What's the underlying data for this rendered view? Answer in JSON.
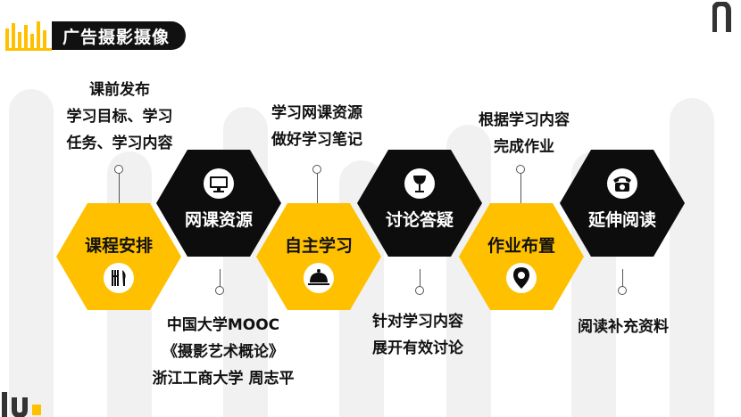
{
  "header": {
    "title": "广告摄影摄像"
  },
  "steps": [
    {
      "label": "课程安排",
      "icon": "utensils-icon",
      "style": "yellow"
    },
    {
      "label": "网课资源",
      "icon": "monitor-icon",
      "style": "black"
    },
    {
      "label": "自主学习",
      "icon": "food-cloche-icon",
      "style": "yellow"
    },
    {
      "label": "讨论答疑",
      "icon": "wine-glass-icon",
      "style": "black"
    },
    {
      "label": "作业布置",
      "icon": "location-pin-icon",
      "style": "yellow"
    },
    {
      "label": "延伸阅读",
      "icon": "telephone-icon",
      "style": "black"
    }
  ],
  "annotations": {
    "schedule": [
      "课前发布",
      "学习目标、学习",
      "任务、学习内容"
    ],
    "self_study": [
      "学习网课资源",
      "做好学习笔记"
    ],
    "homework": [
      "根据学习内容",
      "完成作业"
    ],
    "resources": [
      "中国大学MOOC",
      "《摄影艺术概论》",
      "浙江工商大学 周志平"
    ],
    "discussion": [
      "针对学习内容",
      "展开有效讨论"
    ],
    "reading": [
      "阅读补充资料"
    ]
  },
  "colors": {
    "accent": "#ffc000",
    "dark": "#0d0d0d",
    "background": "#ffffff"
  }
}
